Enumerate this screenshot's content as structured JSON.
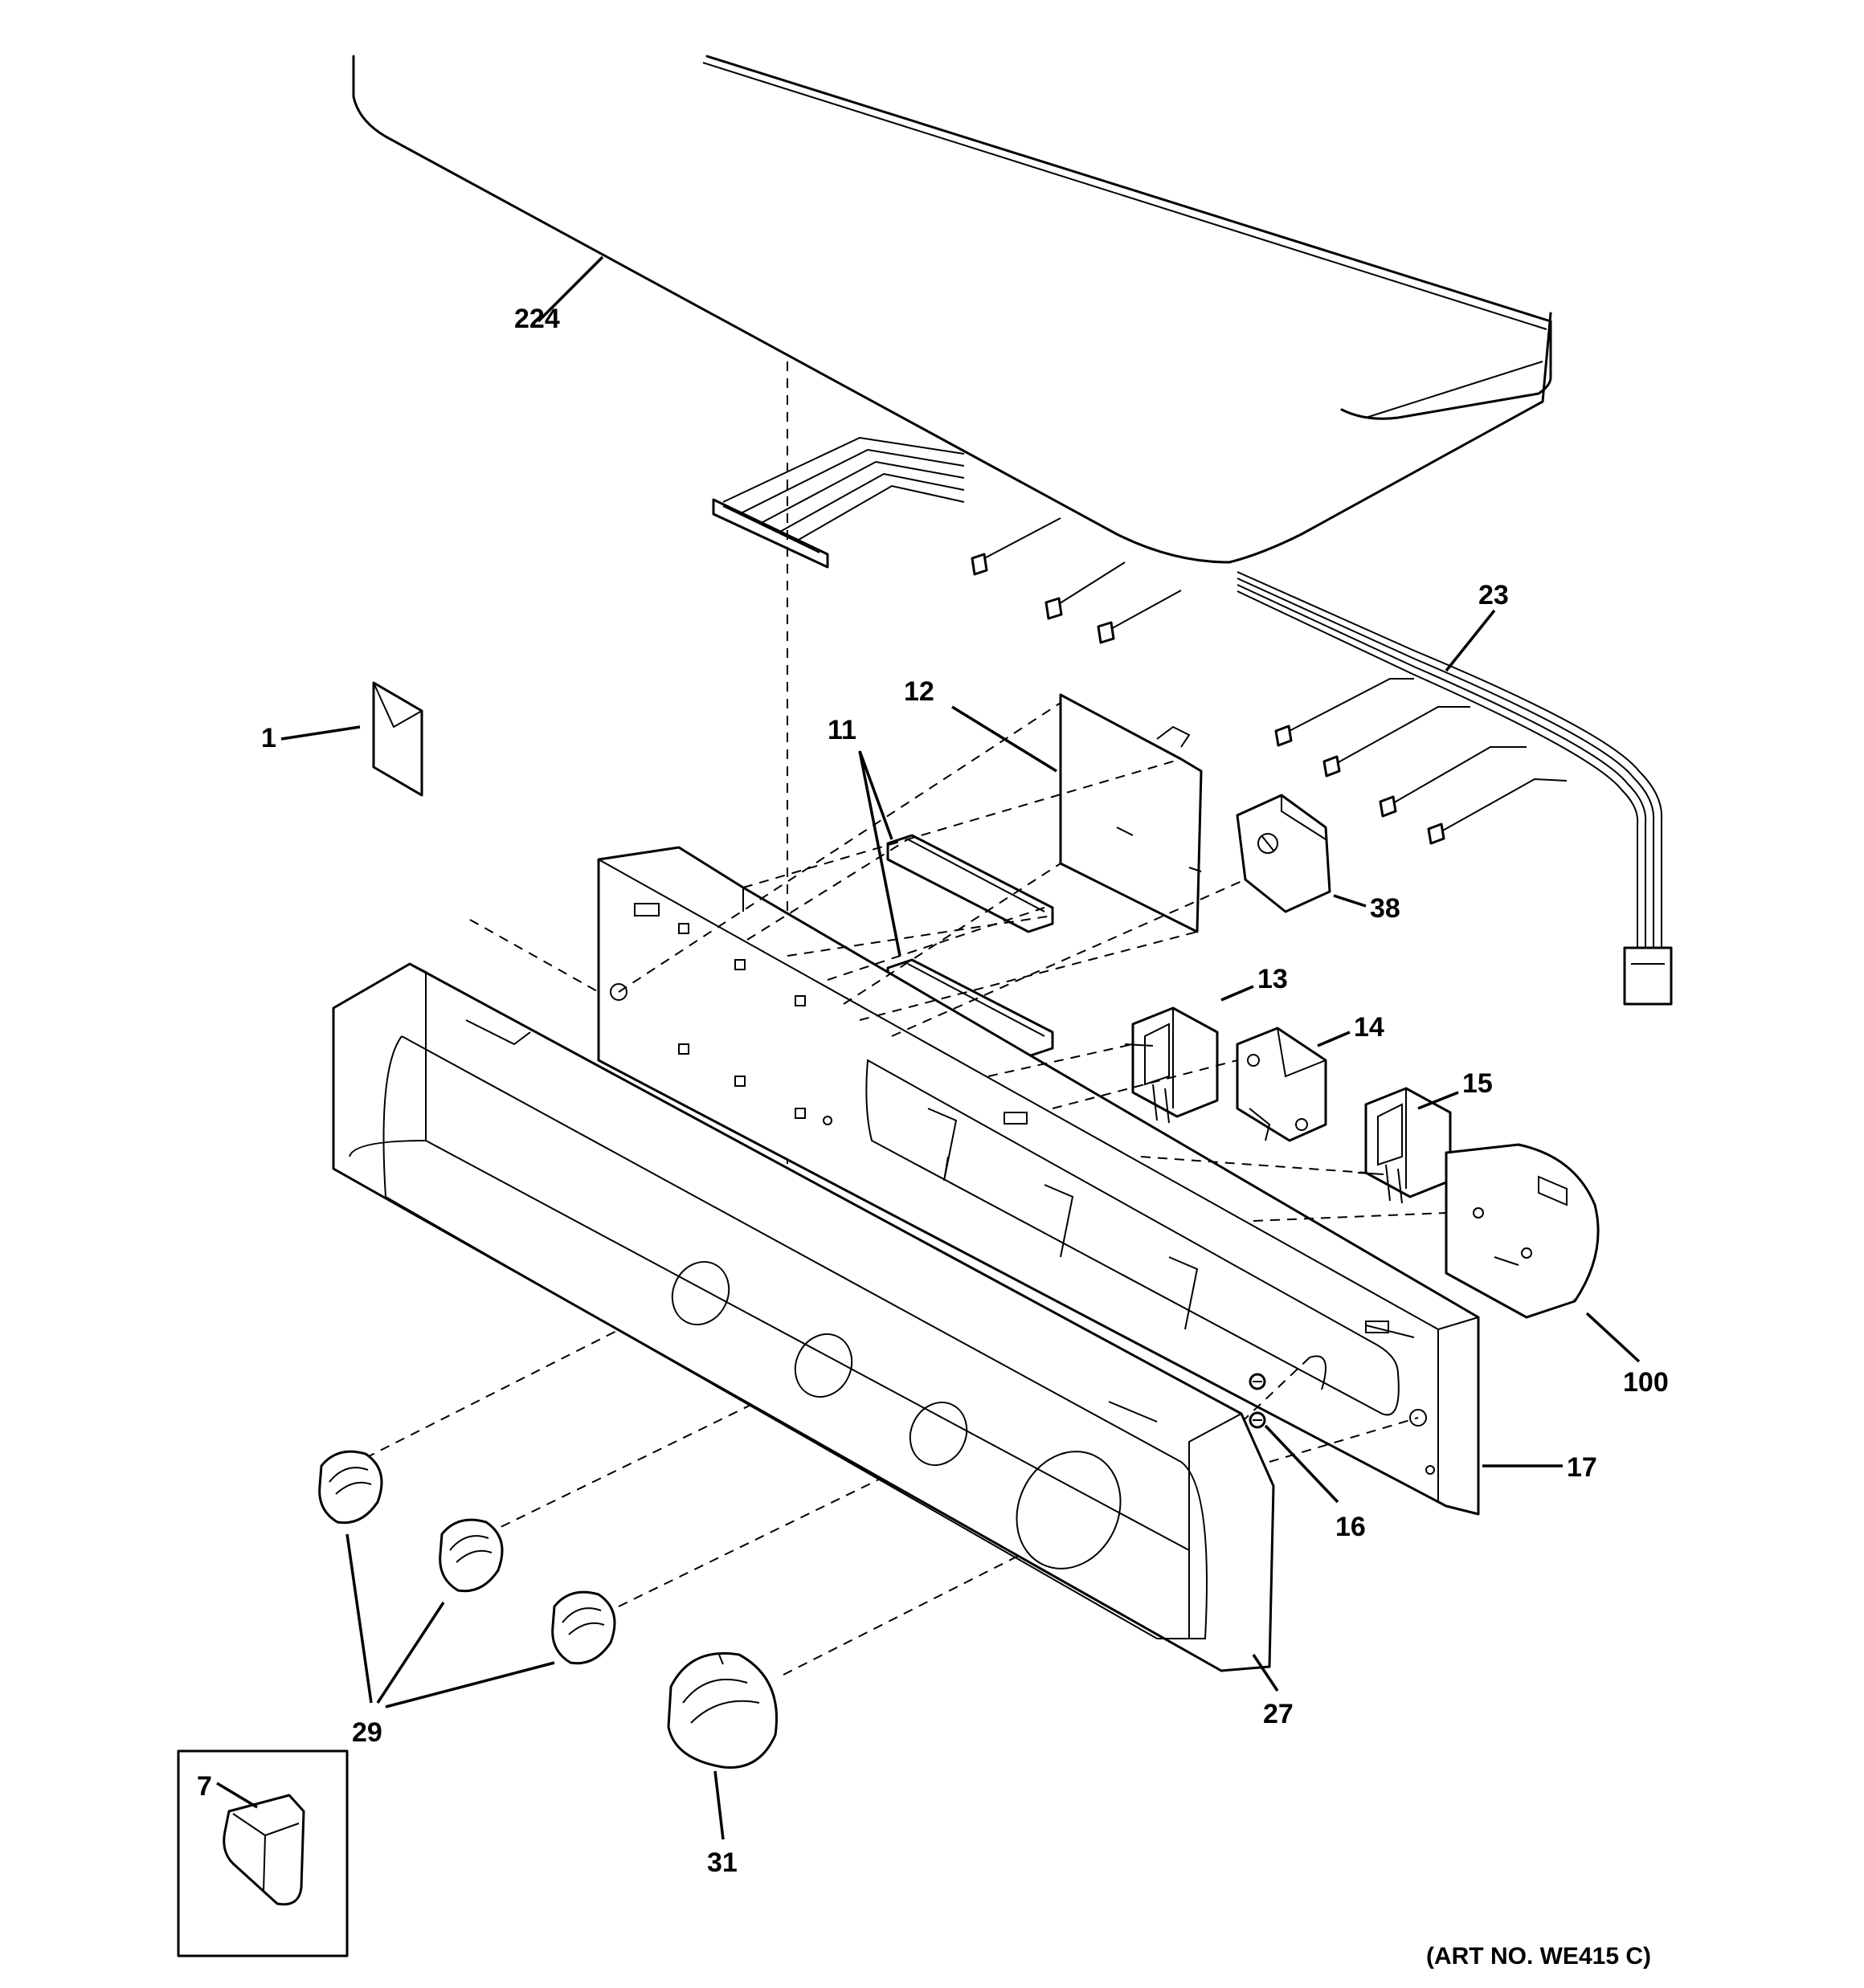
{
  "diagram": {
    "part_labels": {
      "p224": "224",
      "p23": "23",
      "p1": "1",
      "p12": "12",
      "p11": "11",
      "p38": "38",
      "p13": "13",
      "p14": "14",
      "p15": "15",
      "p100": "100",
      "p17": "17",
      "p16": "16",
      "p27": "27",
      "p29": "29",
      "p31": "31",
      "p7": "7"
    },
    "art_number": "(ART NO. WE415 C)"
  }
}
